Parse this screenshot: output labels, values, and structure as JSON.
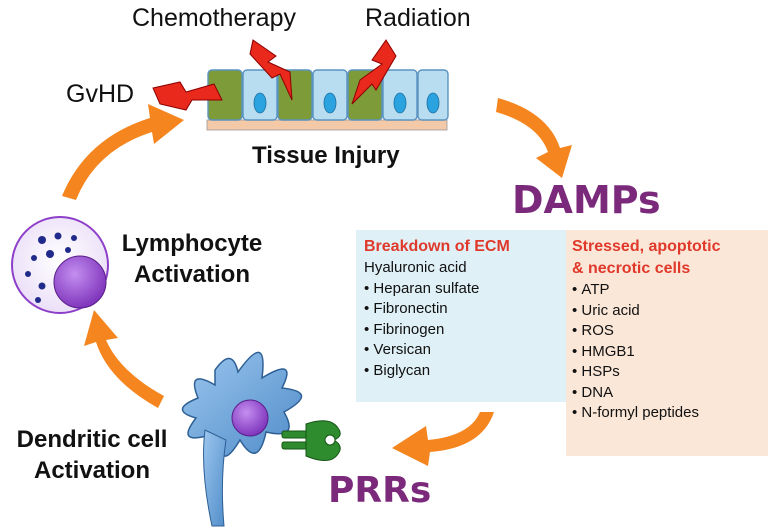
{
  "labels": {
    "chemotherapy": "Chemotherapy",
    "radiation": "Radiation",
    "gvhd": "GvHD",
    "tissue_injury": "Tissue Injury",
    "damps": "DAMPs",
    "lymphocyte_line1": "Lymphocyte",
    "lymphocyte_line2": "Activation",
    "dendritic_line1": "Dendritic cell",
    "dendritic_line2": "Activation",
    "prrs": "PRRs"
  },
  "ecm_box": {
    "title": "Breakdown of ECM",
    "first_line": "Hyaluronic acid",
    "items": [
      "Heparan sulfate",
      "Fibronectin",
      "Fibrinogen",
      "Versican",
      "Biglycan"
    ]
  },
  "stress_box": {
    "title_line1": "Stressed, apoptotic",
    "title_line2": "& necrotic cells",
    "items": [
      "ATP",
      "Uric acid",
      "ROS",
      "HMGB1",
      "HSPs",
      "DNA",
      "N-formyl peptides"
    ]
  },
  "colors": {
    "arrow": "#f5861f",
    "lightning": "#e8291c",
    "damps_purple": "#7b2a7b",
    "box_title_red": "#e0392b",
    "ecm_bg": "#dff0f6",
    "stress_bg": "#fbe7d8",
    "cell_blue": "#b8dcf0",
    "damaged_cell": "#7e9b3a",
    "dendritic_cell": "#6aa3d6",
    "nucleus_purple": "#8e3fc9",
    "receptor_green": "#2e8b2e"
  },
  "icons": [
    "lightning-bolt-icon",
    "tissue-cells-icon",
    "lymphocyte-cell-icon",
    "dendritic-cell-icon",
    "receptor-icon",
    "cycle-arrow-icon"
  ]
}
